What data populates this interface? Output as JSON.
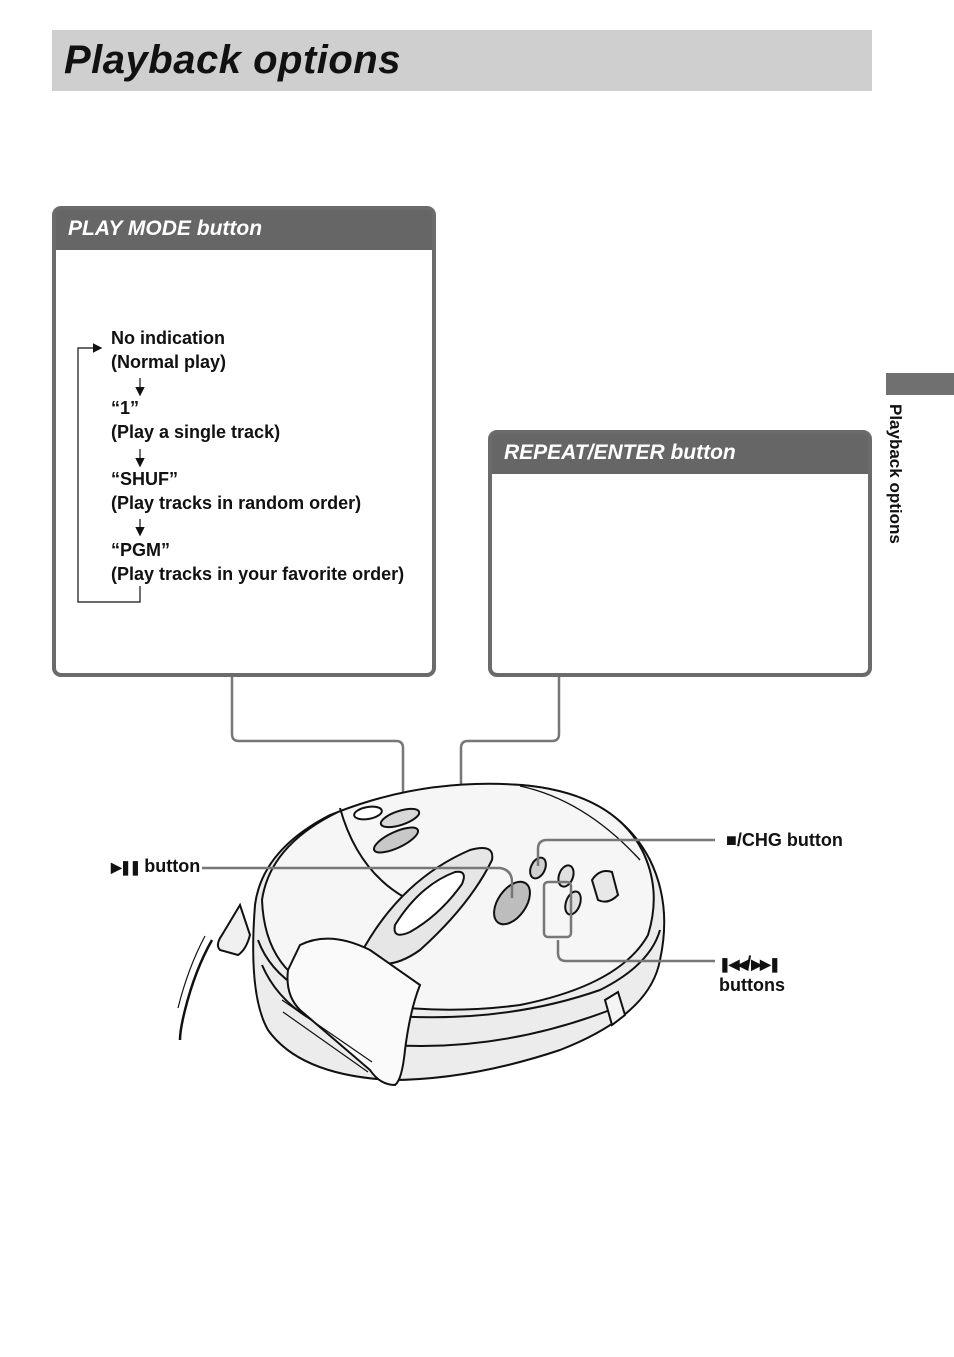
{
  "page": {
    "title": "Playback options"
  },
  "side_tab": {
    "label": "Playback options"
  },
  "play_mode_panel": {
    "header": "PLAY MODE button",
    "modes": [
      {
        "name": "No indication",
        "desc": "(Normal play)"
      },
      {
        "name": "“1”",
        "desc": "(Play a single track)"
      },
      {
        "name": "“SHUF”",
        "desc": "(Play tracks in random order)"
      },
      {
        "name": "“PGM”",
        "desc": "(Play tracks in your favorite order)"
      }
    ]
  },
  "repeat_panel": {
    "header": "REPEAT/ENTER button"
  },
  "callouts": {
    "play_pause": {
      "glyph": "▶❚❚",
      "label": "button"
    },
    "stop_chg": {
      "glyph": "■",
      "label": "/CHG button"
    },
    "skip": {
      "glyph_prev": "❚◀◀",
      "glyph_next": "▶▶❚",
      "label": "buttons"
    }
  }
}
